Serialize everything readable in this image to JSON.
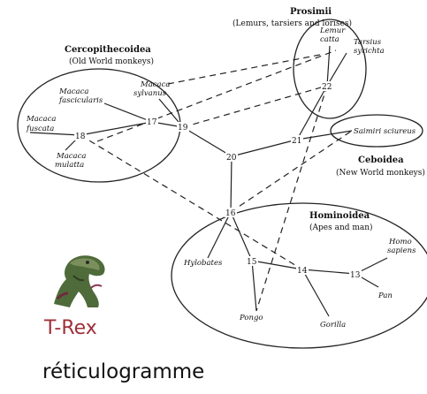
{
  "groups": {
    "prosimii": {
      "title": "Prosimii",
      "subtitle": "(Lemurs, tarsiers and lorises)"
    },
    "cercopithecoidea": {
      "title": "Cercopithecoidea",
      "subtitle": "(Old World monkeys)"
    },
    "ceboidea": {
      "title": "Ceboidea",
      "subtitle": "(New World monkeys)"
    },
    "hominoidea": {
      "title": "Hominoidea",
      "subtitle": "(Apes and man)"
    }
  },
  "taxa": {
    "lemur": [
      "Lemur",
      "catta"
    ],
    "tarsius": [
      "Tarsius",
      "syrichta"
    ],
    "macaca_sylvanus": [
      "Macaca",
      "sylvanus"
    ],
    "macaca_fascicularis": [
      "Macaca",
      "fascicularis"
    ],
    "macaca_fuscata": [
      "Macaca",
      "fuscata"
    ],
    "macaca_mulatta": [
      "Macaca",
      "mulatta"
    ],
    "saimiri": [
      "Saimiri sciureus"
    ],
    "hylobates": [
      "Hylobates"
    ],
    "pongo": [
      "Pongo"
    ],
    "gorilla": [
      "Gorilla"
    ],
    "homo": [
      "Homo",
      "sapiens"
    ],
    "pan": [
      "Pan"
    ]
  },
  "nodes": [
    "22",
    "17",
    "19",
    "18",
    "21",
    "20",
    "16",
    "15",
    "14",
    "13"
  ],
  "caption": "T-Rex",
  "footer": "réticulogramme",
  "colors": {
    "caption": "#a0303a",
    "lines": "#222222"
  }
}
